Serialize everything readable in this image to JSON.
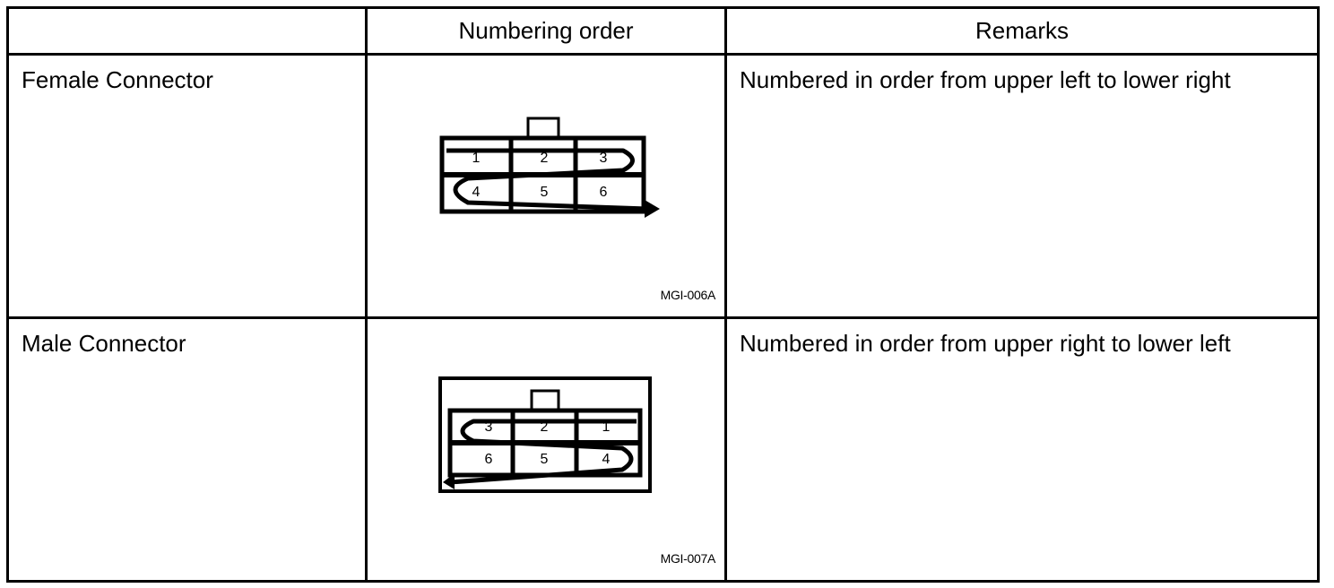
{
  "table": {
    "headers": [
      "",
      "Numbering order",
      "Remarks"
    ],
    "rows": [
      {
        "label": "Female Connector",
        "figure_code": "MGI-006A",
        "pin_order": [
          "1",
          "2",
          "3",
          "4",
          "5",
          "6"
        ],
        "remark": "Numbered in order from upper left to lower right"
      },
      {
        "label": "Male Connector",
        "figure_code": "MGI-007A",
        "pin_order": [
          "3",
          "2",
          "1",
          "6",
          "5",
          "4"
        ],
        "remark": "Numbered in order from upper right to lower left"
      }
    ]
  }
}
